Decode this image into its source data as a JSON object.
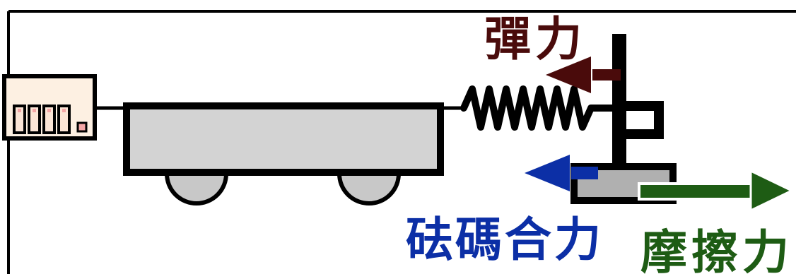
{
  "labels": {
    "spring_force": "彈力",
    "weight_force": "砝碼合力",
    "friction_force": "摩擦力"
  },
  "colors": {
    "spring_force": "#4a0b0b",
    "weight_force": "#0c2fa6",
    "friction_force": "#1e5c14",
    "outline": "#000000",
    "cart_body": "#d3d3d3",
    "wheel": "#c8c8c8",
    "block": "#b0b0b0",
    "meter_panel": "#fdf0e2",
    "meter_window": "#fbe5d6",
    "meter_led": "#f4a6a6"
  },
  "icons": {
    "force_meter": "force-meter-icon",
    "cart": "cart-icon",
    "spring": "spring-icon",
    "stand": "stand-icon",
    "block": "block-icon"
  }
}
